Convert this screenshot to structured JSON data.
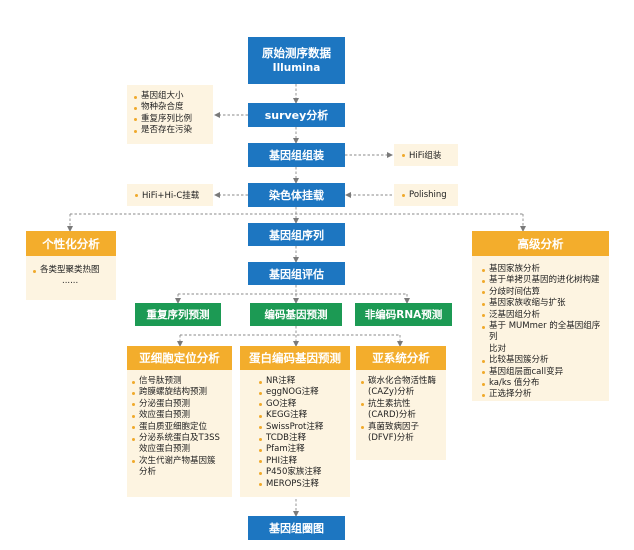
{
  "top": {
    "title": "原始测序数据",
    "subtitle": "Illumina"
  },
  "survey": "survey分析",
  "survey_notes": [
    "基因组大小",
    "物种杂合度",
    "重复序列比例",
    "是否存在污染"
  ],
  "assembly": "基因组组装",
  "hifi_assembly": "HiFi组装",
  "chromosome": "染色体挂载",
  "hic": "HiFi+Hi-C挂载",
  "polishing": "Polishing",
  "genome_seq": "基因组序列",
  "genome_eval": "基因组评估",
  "personal": {
    "title": "个性化分析",
    "items": [
      "各类型聚类热图"
    ],
    "ellipsis": "......"
  },
  "advanced": {
    "title": "高级分析",
    "items": [
      "基因家族分析",
      "基于单拷贝基因的进化树构建",
      "分歧时间估算",
      "基因家族收缩与扩张",
      "泛基因组分析",
      "基于 MUMmer 的全基因组序列",
      "比较基因簇分析",
      "基因组层面call变异",
      "ka/ks 值分布",
      "正选择分析"
    ],
    "item_continuation": "比对"
  },
  "repeat_pred": "重复序列预测",
  "coding_pred": "编码基因预测",
  "noncoding_pred": "非编码RNA预测",
  "subcellular": {
    "title": "亚细胞定位分析",
    "items": [
      "信号肽预测",
      "跨膜螺旋结构预测",
      "分泌蛋白预测",
      "效应蛋白预测",
      "蛋白质亚细胞定位",
      "分泌系统蛋白及T3SS",
      "次生代谢产物基因簇"
    ],
    "continuations": [
      "效应蛋白预测",
      "分析"
    ]
  },
  "protein": {
    "title": "蛋白编码基因预测",
    "items": [
      "NR注释",
      "eggNOG注释",
      "GO注释",
      "KEGG注释",
      "SwissProt注释",
      "TCDB注释",
      "Pfam注释",
      "PHI注释",
      "P450家族注释",
      "MEROPS注释"
    ]
  },
  "subsystem": {
    "title": "亚系统分析",
    "items": [
      "碳水化合物活性酶",
      "抗生素抗性",
      "真菌致病因子"
    ],
    "continuations": [
      "(CAZy)分析",
      "(CARD)分析",
      "(DFVF)分析"
    ]
  },
  "genome_map": "基因组圈图"
}
